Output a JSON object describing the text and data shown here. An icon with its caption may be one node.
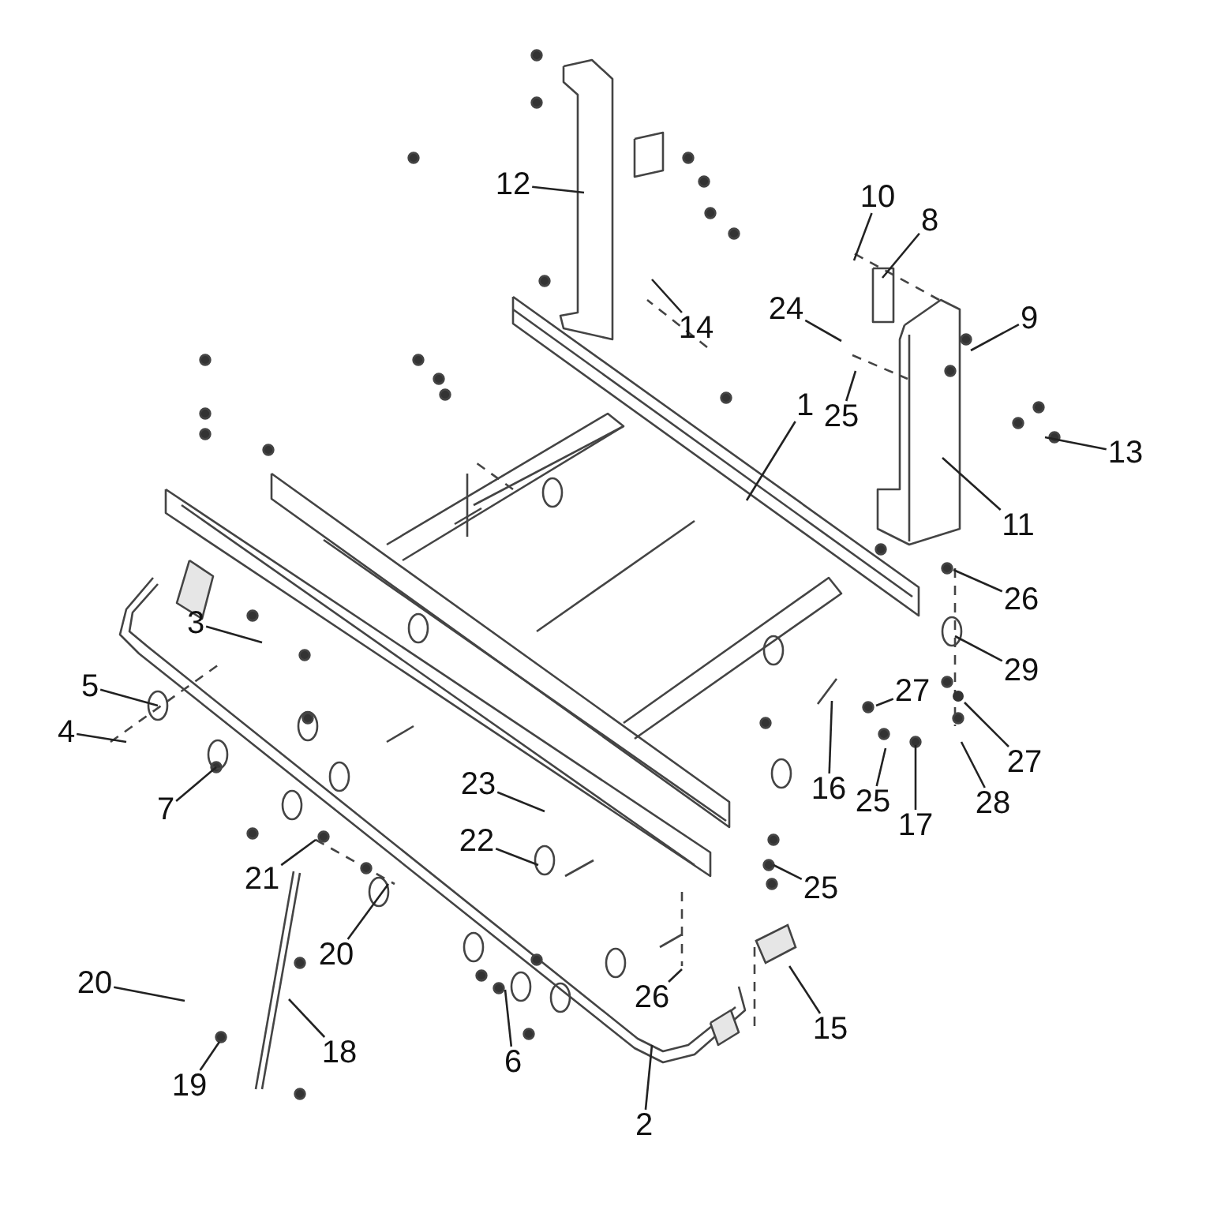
{
  "diagram": {
    "nodes": [
      {
        "text": [
          "1"
        ]
      },
      {
        "text": [
          "2"
        ]
      },
      {
        "text": [
          "3"
        ]
      },
      {
        "text": [
          "4"
        ]
      },
      {
        "text": [
          "5"
        ]
      },
      {
        "text": [
          "6"
        ]
      },
      {
        "text": [
          "7"
        ]
      },
      {
        "text": [
          "8"
        ]
      },
      {
        "text": [
          "9"
        ]
      },
      {
        "text": [
          "10"
        ]
      },
      {
        "text": [
          "11"
        ]
      },
      {
        "text": [
          "12"
        ]
      },
      {
        "text": [
          "13"
        ]
      },
      {
        "text": [
          "14"
        ]
      },
      {
        "text": [
          "15"
        ]
      },
      {
        "text": [
          "16"
        ]
      },
      {
        "text": [
          "17"
        ]
      },
      {
        "text": [
          "18"
        ]
      },
      {
        "text": [
          "19"
        ]
      },
      {
        "text": [
          "20"
        ]
      },
      {
        "text": [
          "20"
        ]
      },
      {
        "text": [
          "21"
        ]
      },
      {
        "text": [
          "22"
        ]
      },
      {
        "text": [
          "23"
        ]
      },
      {
        "text": [
          "24"
        ]
      },
      {
        "text": [
          "25"
        ]
      },
      {
        "text": [
          "25"
        ]
      },
      {
        "text": [
          "25"
        ]
      },
      {
        "text": [
          "26"
        ]
      },
      {
        "text": [
          "26"
        ]
      },
      {
        "text": [
          "27"
        ]
      },
      {
        "text": [
          "27"
        ]
      },
      {
        "text": [
          "28"
        ]
      },
      {
        "text": [
          "29"
        ]
      },
      {
        "text": [],
        "shape": "picture"
      },
      {
        "text": [],
        "shape": "circle"
      }
    ],
    "edges": [
      {
        "from": 0,
        "to": null,
        "arrow": "none"
      },
      {
        "from": 1,
        "to": null,
        "arrow": "none"
      },
      {
        "from": 2,
        "to": null,
        "arrow": "none"
      },
      {
        "from": 3,
        "to": null,
        "arrow": "none"
      },
      {
        "from": 4,
        "to": null,
        "arrow": "none"
      },
      {
        "from": 5,
        "to": null,
        "arrow": "none"
      },
      {
        "from": 6,
        "to": null,
        "arrow": "none"
      },
      {
        "from": 7,
        "to": null,
        "arrow": "none"
      },
      {
        "from": 8,
        "to": null,
        "arrow": "none"
      },
      {
        "from": 9,
        "to": null,
        "arrow": "none"
      },
      {
        "from": 10,
        "to": null,
        "arrow": "none"
      },
      {
        "from": 11,
        "to": null,
        "arrow": "none"
      },
      {
        "from": 12,
        "to": null,
        "arrow": "none"
      },
      {
        "from": 13,
        "to": null,
        "arrow": "none"
      },
      {
        "from": 14,
        "to": 34,
        "arrow": "none"
      },
      {
        "from": 15,
        "to": null,
        "arrow": "none"
      },
      {
        "from": 16,
        "to": null,
        "arrow": "none"
      },
      {
        "from": 17,
        "to": null,
        "arrow": "none"
      },
      {
        "from": 18,
        "to": null,
        "arrow": "none"
      },
      {
        "from": 19,
        "to": null,
        "arrow": "none"
      },
      {
        "from": 20,
        "to": null,
        "arrow": "none"
      },
      {
        "from": 21,
        "to": null,
        "arrow": "none"
      },
      {
        "from": 22,
        "to": null,
        "arrow": "none"
      },
      {
        "from": 23,
        "to": null,
        "arrow": "none"
      },
      {
        "from": 24,
        "to": null,
        "arrow": "none"
      },
      {
        "from": 25,
        "to": null,
        "arrow": "none"
      },
      {
        "from": 26,
        "to": null,
        "arrow": "none"
      },
      {
        "from": 27,
        "to": null,
        "arrow": "none"
      },
      {
        "from": 28,
        "to": null,
        "arrow": "none"
      },
      {
        "from": 29,
        "to": null,
        "arrow": "none"
      },
      {
        "from": 30,
        "to": null,
        "arrow": "none"
      },
      {
        "from": 31,
        "to": 35,
        "arrow": "none"
      },
      {
        "from": 32,
        "to": null,
        "arrow": "none"
      },
      {
        "from": 33,
        "to": null,
        "arrow": "none"
      }
    ]
  }
}
